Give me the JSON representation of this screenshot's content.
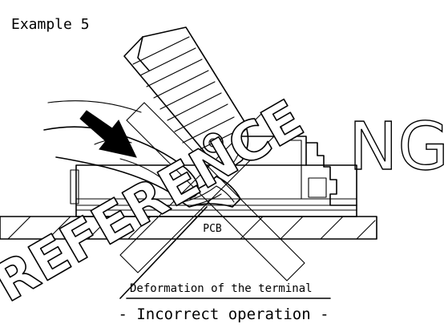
{
  "example_label": "Example 5",
  "ng_label": "NG",
  "watermark": "REFERENCE",
  "pcb_label": "PCB",
  "callout_label": "Deformation of the terminal",
  "caption": "- Incorrect operation -",
  "colors": {
    "line": "#000000",
    "background": "#ffffff"
  },
  "icons": {
    "push_arrow": "arrow-icon"
  }
}
